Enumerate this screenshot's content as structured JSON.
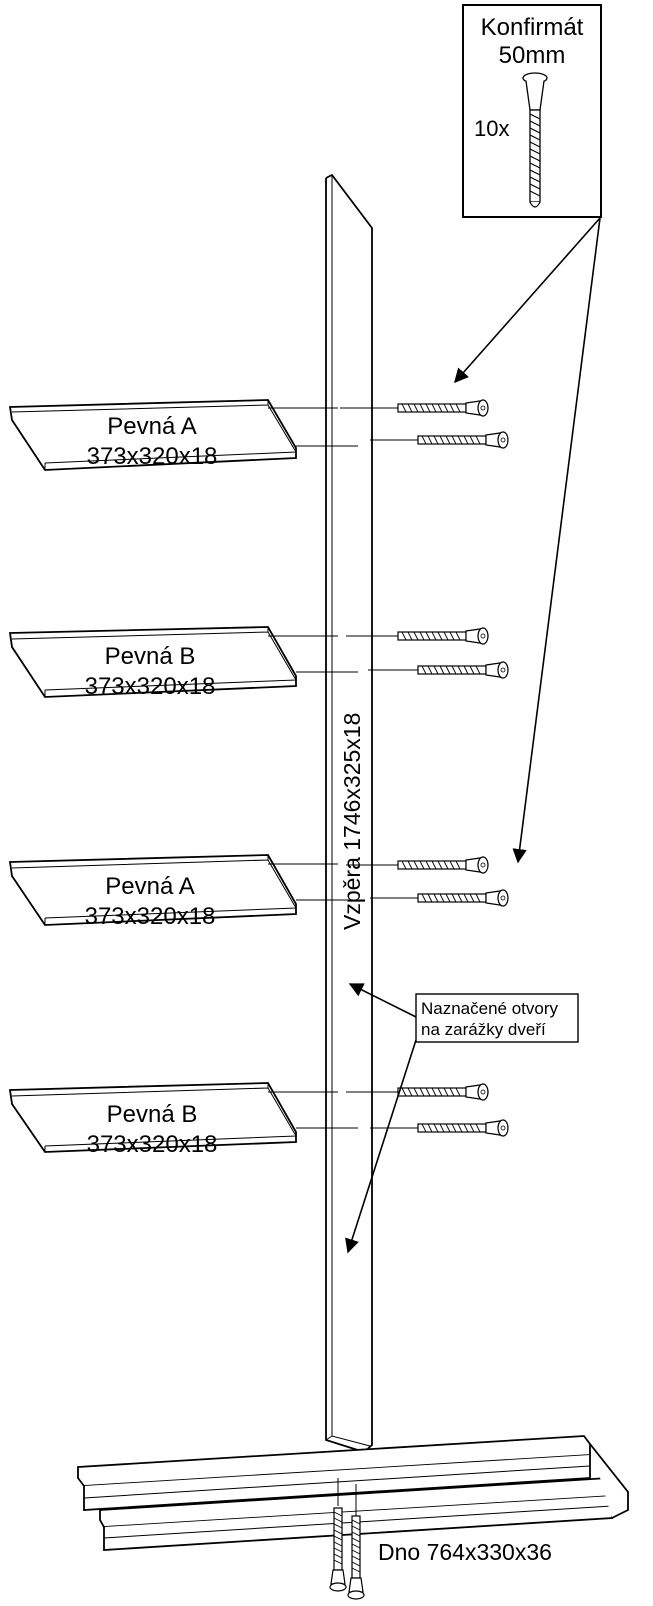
{
  "hardware_box": {
    "title_line1": "Konfirmát",
    "title_line2": "50mm",
    "quantity": "10x"
  },
  "shelves": [
    {
      "name": "Pevná A",
      "dims": "373x320x18"
    },
    {
      "name": "Pevná B",
      "dims": "373x320x18"
    },
    {
      "name": "Pevná A",
      "dims": "373x320x18"
    },
    {
      "name": "Pevná B",
      "dims": "373x320x18"
    }
  ],
  "upright": {
    "label": "Vzpěra 1746x325x18"
  },
  "note": {
    "line1": "Naznačené otvory",
    "line2": "na zarážky dveří"
  },
  "base": {
    "label": "Dno 764x330x36"
  }
}
